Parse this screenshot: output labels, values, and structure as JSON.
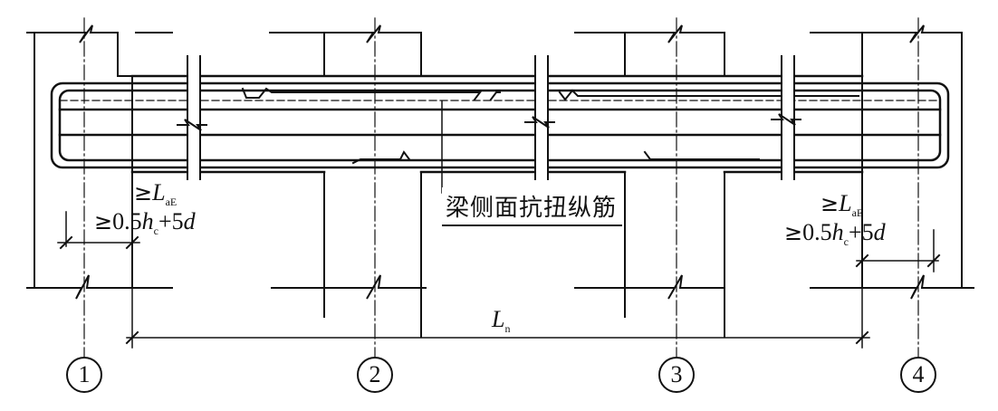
{
  "annotations": {
    "left_anchorage": {
      "line1": {
        "ge": "≥",
        "L": "L",
        "sub": "aE"
      },
      "line2": {
        "ge": "≥",
        "value": "0.5",
        "h": "h",
        "sub": "c",
        "tail": "+5",
        "d": "d"
      }
    },
    "right_anchorage": {
      "line1": {
        "ge": "≥",
        "L": "L",
        "sub": "aE"
      },
      "line2": {
        "ge": "≥",
        "value": "0.5",
        "h": "h",
        "sub": "c",
        "tail": "+5",
        "d": "d"
      }
    },
    "rebar_note": "梁侧面抗扭纵筋",
    "span": {
      "L": "L",
      "sub": "n"
    }
  },
  "axes": [
    "1",
    "2",
    "3",
    "4"
  ]
}
